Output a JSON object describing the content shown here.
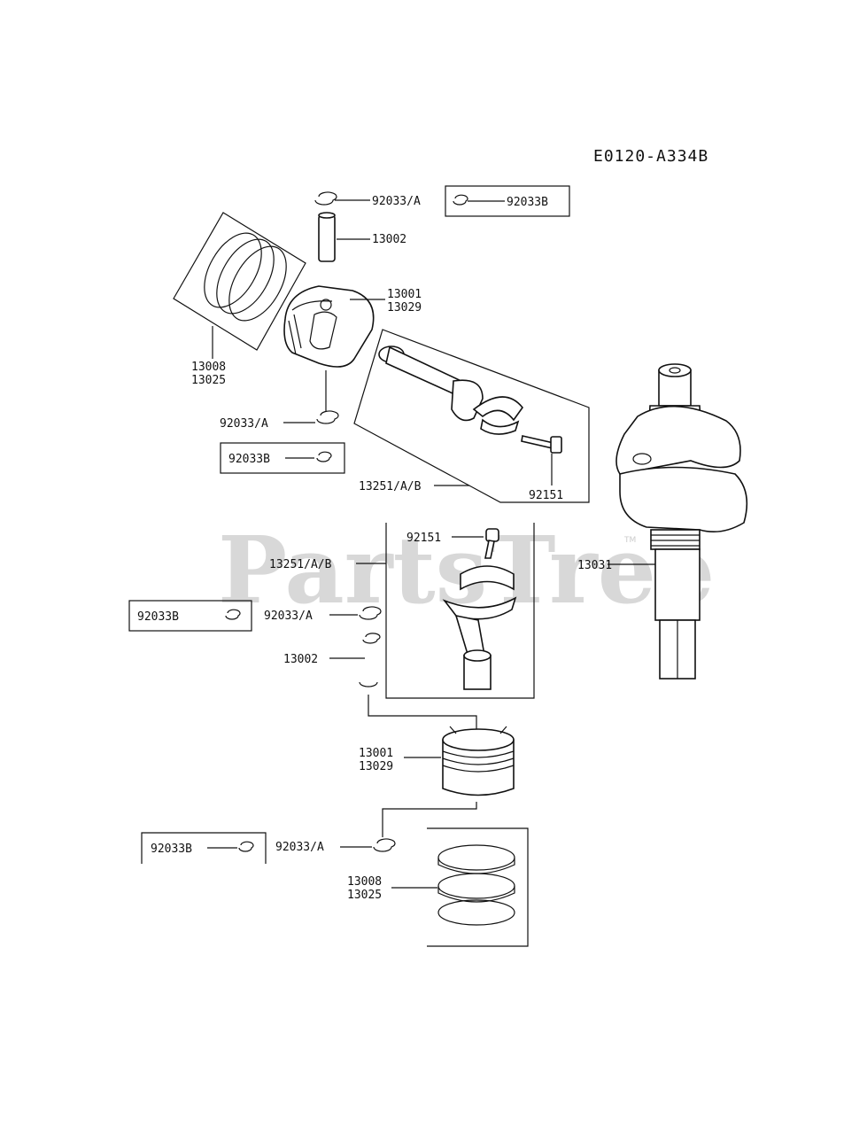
{
  "diagram_code": "E0120-A334B",
  "watermark": "PartsTree",
  "watermark_mark": "TM",
  "labels": {
    "p92033a_top": "92033/A",
    "p92033b_top": "92033B",
    "p13002_top": "13002",
    "p13001_top": "13001",
    "p13029_top": "13029",
    "p13008_top": "13008",
    "p13025_top": "13025",
    "p92033a_mid": "92033/A",
    "p92033b_mid": "92033B",
    "p13251_top": "13251/A/B",
    "p92151_top": "92151",
    "p92151_mid": "92151",
    "p13251_mid": "13251/A/B",
    "p13031": "13031",
    "p92033b_left": "92033B",
    "p92033a_left": "92033/A",
    "p13002_left": "13002",
    "p13001_low": "13001",
    "p13029_low": "13029",
    "p92033b_bottom": "92033B",
    "p92033a_bottom": "92033/A",
    "p13008_bottom": "13008",
    "p13025_bottom": "13025"
  }
}
